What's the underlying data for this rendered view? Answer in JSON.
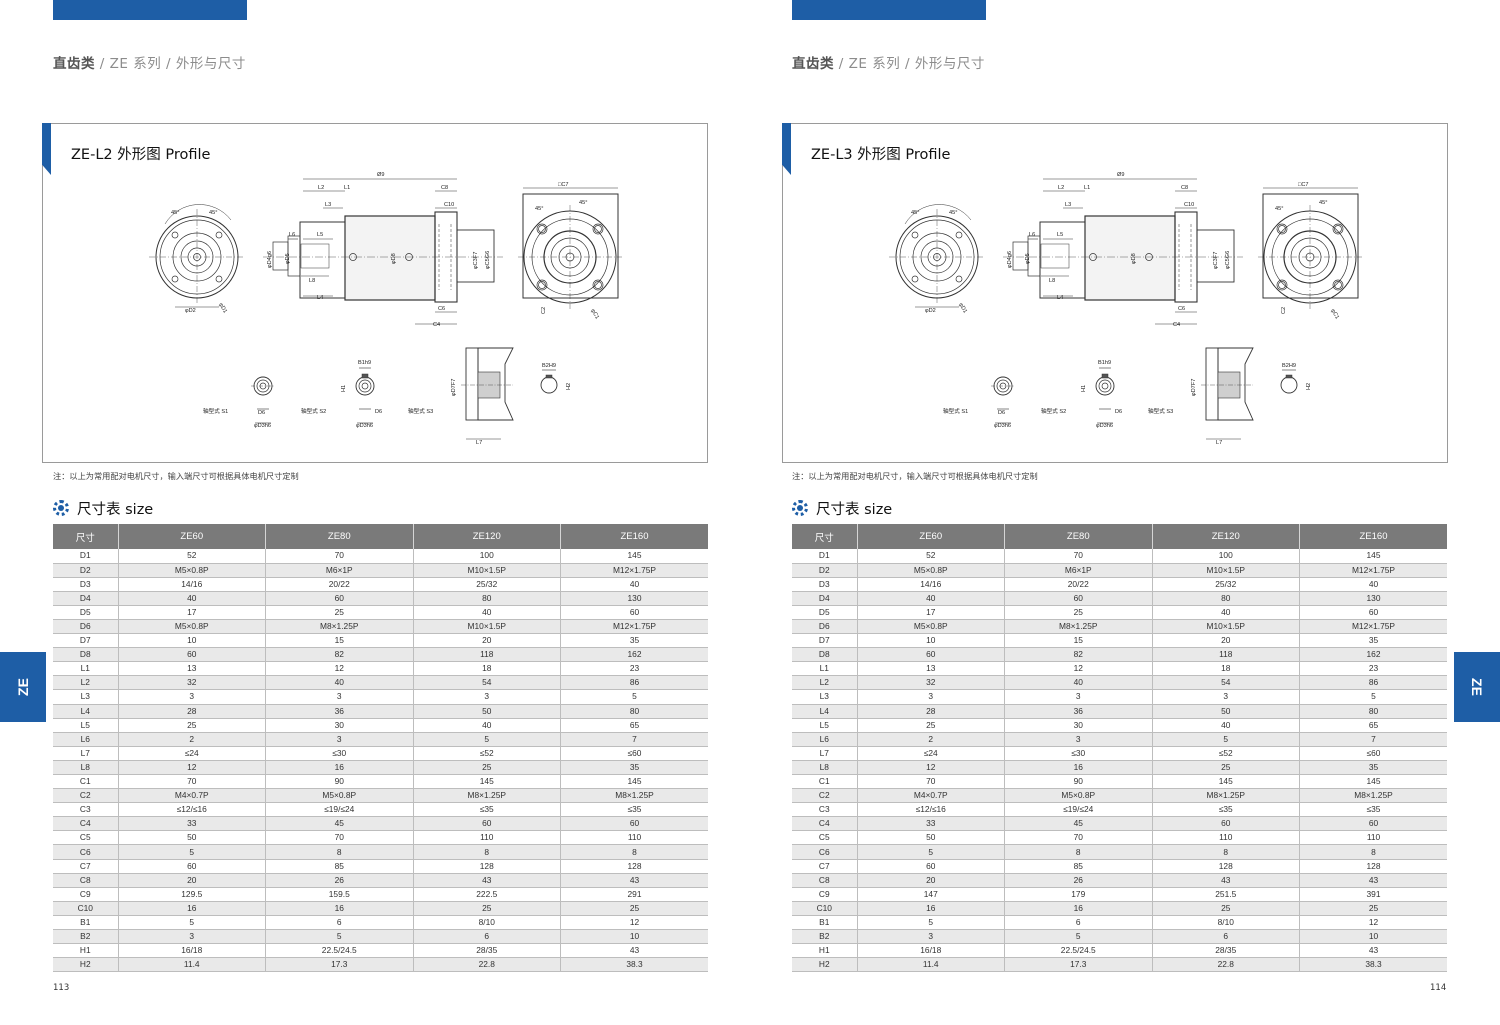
{
  "brand_color": "#1e5ea6",
  "side_tab_label": "ZE",
  "table_headers": [
    "尺寸",
    "ZE60",
    "ZE80",
    "ZE120",
    "ZE160"
  ],
  "drawing_labels": {
    "phi9": "Ø9",
    "L2": "L2",
    "L1": "L1",
    "C8": "C8",
    "L3": "L3",
    "C10": "C10",
    "L6": "L6",
    "L5": "L5",
    "D4": "φD4g6",
    "D5": "φD5",
    "L8": "L8",
    "L4": "L4",
    "D8": "φD8",
    "C3": "φC3F7",
    "C5": "φC5G6",
    "C6": "C6",
    "C4": "C4",
    "C7": "□C7",
    "C2": "C2",
    "C1": "φC1",
    "D2": "φD2",
    "D1": "φD1",
    "angle45": "45°",
    "B1": "B1h9",
    "H1": "H1",
    "D6": "D6",
    "D3": "φD3h6",
    "D7": "φD7F7",
    "B2": "B2H9",
    "H2": "H2",
    "L7": "L7",
    "shaft_s1": "轴型式 S1",
    "shaft_s2": "轴型式 S2",
    "shaft_s3": "轴型式 S3"
  },
  "pages": [
    {
      "breadcrumb_bold": "直齿类",
      "breadcrumb_rest": " / ZE 系列 / 外形与尺寸",
      "profile_title": "ZE-L2 外形图 Profile",
      "note": "注：以上为常用配对电机尺寸，输入端尺寸可根据具体电机尺寸定制",
      "size_title": "尺寸表 size",
      "page_number": "113",
      "rows": [
        [
          "D1",
          "52",
          "70",
          "100",
          "145"
        ],
        [
          "D2",
          "M5×0.8P",
          "M6×1P",
          "M10×1.5P",
          "M12×1.75P"
        ],
        [
          "D3",
          "14/16",
          "20/22",
          "25/32",
          "40"
        ],
        [
          "D4",
          "40",
          "60",
          "80",
          "130"
        ],
        [
          "D5",
          "17",
          "25",
          "40",
          "60"
        ],
        [
          "D6",
          "M5×0.8P",
          "M8×1.25P",
          "M10×1.5P",
          "M12×1.75P"
        ],
        [
          "D7",
          "10",
          "15",
          "20",
          "35"
        ],
        [
          "D8",
          "60",
          "82",
          "118",
          "162"
        ],
        [
          "L1",
          "13",
          "12",
          "18",
          "23"
        ],
        [
          "L2",
          "32",
          "40",
          "54",
          "86"
        ],
        [
          "L3",
          "3",
          "3",
          "3",
          "5"
        ],
        [
          "L4",
          "28",
          "36",
          "50",
          "80"
        ],
        [
          "L5",
          "25",
          "30",
          "40",
          "65"
        ],
        [
          "L6",
          "2",
          "3",
          "5",
          "7"
        ],
        [
          "L7",
          "≤24",
          "≤30",
          "≤52",
          "≤60"
        ],
        [
          "L8",
          "12",
          "16",
          "25",
          "35"
        ],
        [
          "C1",
          "70",
          "90",
          "145",
          "145"
        ],
        [
          "C2",
          "M4×0.7P",
          "M5×0.8P",
          "M8×1.25P",
          "M8×1.25P"
        ],
        [
          "C3",
          "≤12/≤16",
          "≤19/≤24",
          "≤35",
          "≤35"
        ],
        [
          "C4",
          "33",
          "45",
          "60",
          "60"
        ],
        [
          "C5",
          "50",
          "70",
          "110",
          "110"
        ],
        [
          "C6",
          "5",
          "8",
          "8",
          "8"
        ],
        [
          "C7",
          "60",
          "85",
          "128",
          "128"
        ],
        [
          "C8",
          "20",
          "26",
          "43",
          "43"
        ],
        [
          "C9",
          "129.5",
          "159.5",
          "222.5",
          "291"
        ],
        [
          "C10",
          "16",
          "16",
          "25",
          "25"
        ],
        [
          "B1",
          "5",
          "6",
          "8/10",
          "12"
        ],
        [
          "B2",
          "3",
          "5",
          "6",
          "10"
        ],
        [
          "H1",
          "16/18",
          "22.5/24.5",
          "28/35",
          "43"
        ],
        [
          "H2",
          "11.4",
          "17.3",
          "22.8",
          "38.3"
        ]
      ]
    },
    {
      "breadcrumb_bold": "直齿类",
      "breadcrumb_rest": " / ZE 系列 / 外形与尺寸",
      "profile_title": "ZE-L3 外形图 Profile",
      "note": "注：以上为常用配对电机尺寸，输入端尺寸可根据具体电机尺寸定制",
      "size_title": "尺寸表 size",
      "page_number": "114",
      "rows": [
        [
          "D1",
          "52",
          "70",
          "100",
          "145"
        ],
        [
          "D2",
          "M5×0.8P",
          "M6×1P",
          "M10×1.5P",
          "M12×1.75P"
        ],
        [
          "D3",
          "14/16",
          "20/22",
          "25/32",
          "40"
        ],
        [
          "D4",
          "40",
          "60",
          "80",
          "130"
        ],
        [
          "D5",
          "17",
          "25",
          "40",
          "60"
        ],
        [
          "D6",
          "M5×0.8P",
          "M8×1.25P",
          "M10×1.5P",
          "M12×1.75P"
        ],
        [
          "D7",
          "10",
          "15",
          "20",
          "35"
        ],
        [
          "D8",
          "60",
          "82",
          "118",
          "162"
        ],
        [
          "L1",
          "13",
          "12",
          "18",
          "23"
        ],
        [
          "L2",
          "32",
          "40",
          "54",
          "86"
        ],
        [
          "L3",
          "3",
          "3",
          "3",
          "5"
        ],
        [
          "L4",
          "28",
          "36",
          "50",
          "80"
        ],
        [
          "L5",
          "25",
          "30",
          "40",
          "65"
        ],
        [
          "L6",
          "2",
          "3",
          "5",
          "7"
        ],
        [
          "L7",
          "≤24",
          "≤30",
          "≤52",
          "≤60"
        ],
        [
          "L8",
          "12",
          "16",
          "25",
          "35"
        ],
        [
          "C1",
          "70",
          "90",
          "145",
          "145"
        ],
        [
          "C2",
          "M4×0.7P",
          "M5×0.8P",
          "M8×1.25P",
          "M8×1.25P"
        ],
        [
          "C3",
          "≤12/≤16",
          "≤19/≤24",
          "≤35",
          "≤35"
        ],
        [
          "C4",
          "33",
          "45",
          "60",
          "60"
        ],
        [
          "C5",
          "50",
          "70",
          "110",
          "110"
        ],
        [
          "C6",
          "5",
          "8",
          "8",
          "8"
        ],
        [
          "C7",
          "60",
          "85",
          "128",
          "128"
        ],
        [
          "C8",
          "20",
          "26",
          "43",
          "43"
        ],
        [
          "C9",
          "147",
          "179",
          "251.5",
          "391"
        ],
        [
          "C10",
          "16",
          "16",
          "25",
          "25"
        ],
        [
          "B1",
          "5",
          "6",
          "8/10",
          "12"
        ],
        [
          "B2",
          "3",
          "5",
          "6",
          "10"
        ],
        [
          "H1",
          "16/18",
          "22.5/24.5",
          "28/35",
          "43"
        ],
        [
          "H2",
          "11.4",
          "17.3",
          "22.8",
          "38.3"
        ]
      ]
    }
  ]
}
